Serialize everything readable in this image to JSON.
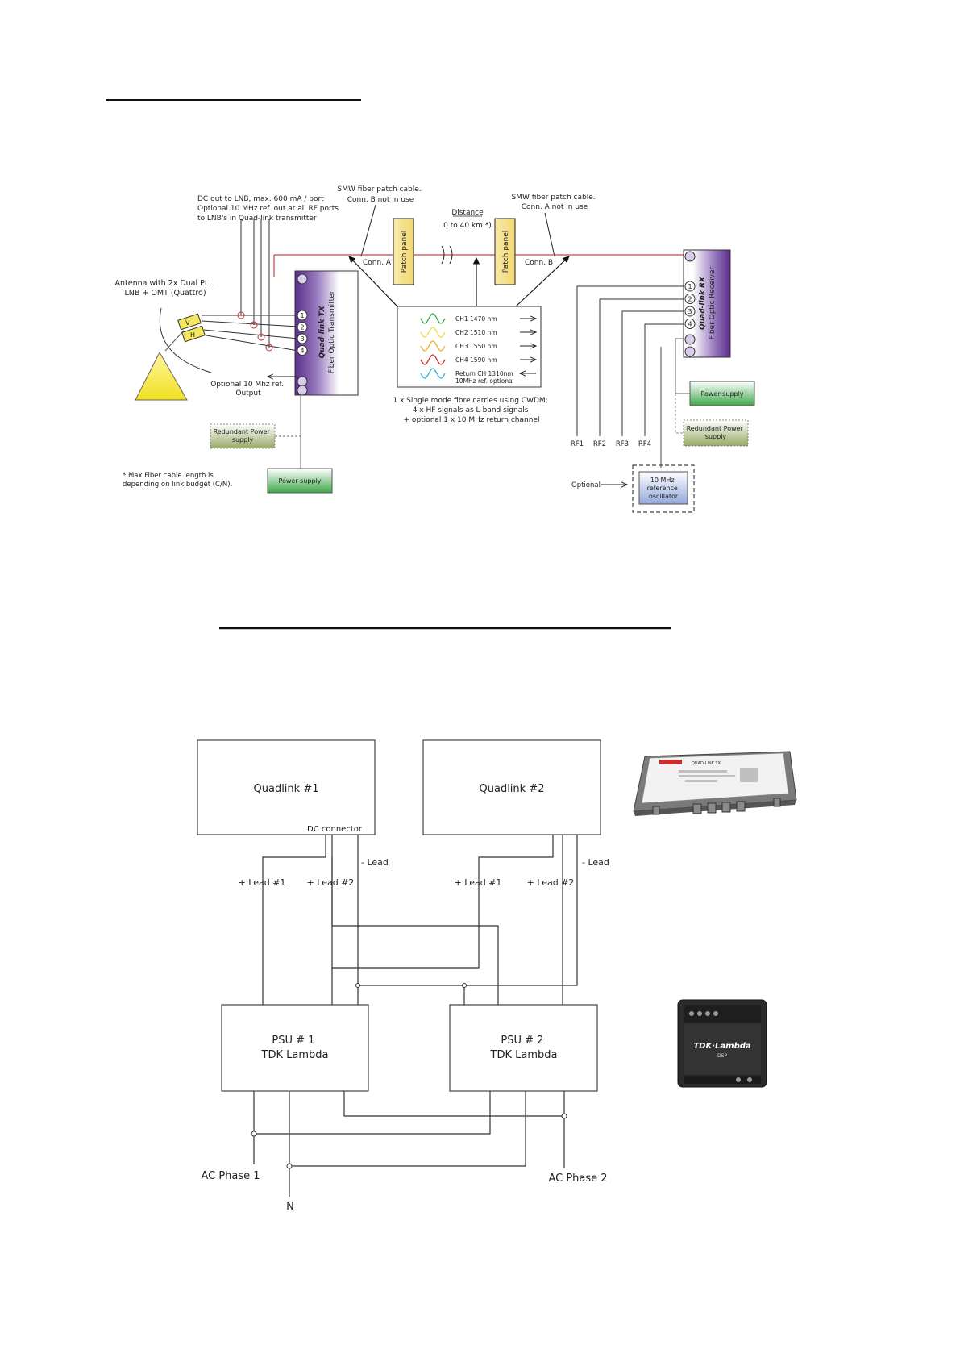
{
  "diagram1": {
    "dc_note": [
      "DC out to LNB, max. 600 mA / port",
      "Optional 10 MHz ref. out  at all RF ports",
      "to LNB's in Quad-link transmitter"
    ],
    "smw_left": [
      "SMW fiber patch cable.",
      "Conn. B not in use"
    ],
    "smw_right": [
      "SMW fiber patch cable.",
      "Conn. A not in use"
    ],
    "distance_label": "Distance",
    "distance_value": "0 to 40 km *)",
    "patch_panel": "Patch panel",
    "conn_a": "Conn. A",
    "conn_b": "Conn. B",
    "antenna_label": [
      "Antenna with 2x Dual  PLL",
      "LNB + OMT (Quattro)"
    ],
    "lnb_v": "V",
    "lnb_h": "H",
    "tx_title": "Quad-link TX",
    "tx_sub": "Fiber Optic Transmitter",
    "rx_title": "Quad-link RX",
    "rx_sub": "Fiber Optic Receiver",
    "port_numbers": [
      "1",
      "2",
      "3",
      "4"
    ],
    "channels": [
      {
        "label": "CH1 1470 nm",
        "color": "#3aa845"
      },
      {
        "label": "CH2 1510 nm",
        "color": "#e8e040"
      },
      {
        "label": "CH3 1550 nm",
        "color": "#e8b020"
      },
      {
        "label": "CH4 1590 nm",
        "color": "#c83030"
      },
      {
        "label": "Return CH 1310nm",
        "label2": "10MHz ref. optional",
        "color": "#30b0d0"
      }
    ],
    "fibre_note": [
      "1 x Single mode fibre carries using CWDM;",
      "4 x HF signals as L-band signals",
      "+ optional 1 x 10 MHz return channel"
    ],
    "optional_ref": [
      "Optional 10 Mhz ref.",
      "Output"
    ],
    "redundant_power": [
      "Redundant Power",
      "supply"
    ],
    "power_supply": "Power supply",
    "footnote": [
      "* Max Fiber cable length is",
      "depending on link budget (C/N)."
    ],
    "rf_labels": [
      "RF1",
      "RF2",
      "RF3",
      "RF4"
    ],
    "optional_label": "Optional",
    "osc_label": [
      "10 MHz",
      "reference",
      "oscillator"
    ]
  },
  "diagram2": {
    "quadlink1": "Quadlink #1",
    "quadlink2": "Quadlink #2",
    "dc_connector": "DC connector",
    "minus_lead": "- Lead",
    "plus_lead1": "+ Lead #1",
    "plus_lead2": "+ Lead #2",
    "psu1": [
      "PSU # 1",
      "TDK Lambda"
    ],
    "psu2": [
      "PSU # 2",
      "TDK Lambda"
    ],
    "ac_phase1": "AC Phase 1",
    "ac_phase2": "AC Phase 2",
    "neutral": "N",
    "device_title": "QUAD-LINK TX",
    "psu_brand": "TDK·Lambda",
    "psu_model": "DSP"
  },
  "colors": {
    "tx_purple": "#6a3d9a",
    "fiber_red": "#d04040",
    "patch_yellow": "#f5e08a",
    "supply_green": "#4caf50",
    "redundant_olive": "#9aab6a",
    "osc_blue": "#a8b8e0"
  }
}
